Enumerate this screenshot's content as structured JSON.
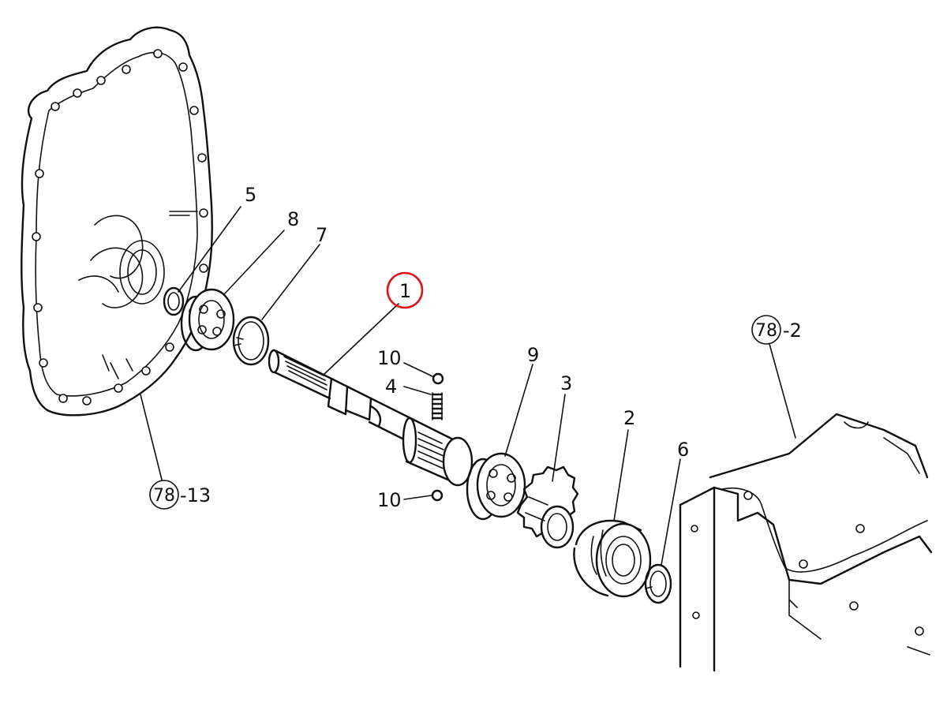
{
  "labels": {
    "p1": "1",
    "p2": "2",
    "p3": "3",
    "p4": "4",
    "p5": "5",
    "p6": "6",
    "p7": "7",
    "p8": "8",
    "p9": "9",
    "p10_top": "10",
    "p10_bottom": "10",
    "ref_left_num": "78",
    "ref_left_suffix": "-13",
    "ref_right_num": "78",
    "ref_right_suffix": "-2"
  },
  "highlight": {
    "color": "#e0131a",
    "target": "1"
  }
}
